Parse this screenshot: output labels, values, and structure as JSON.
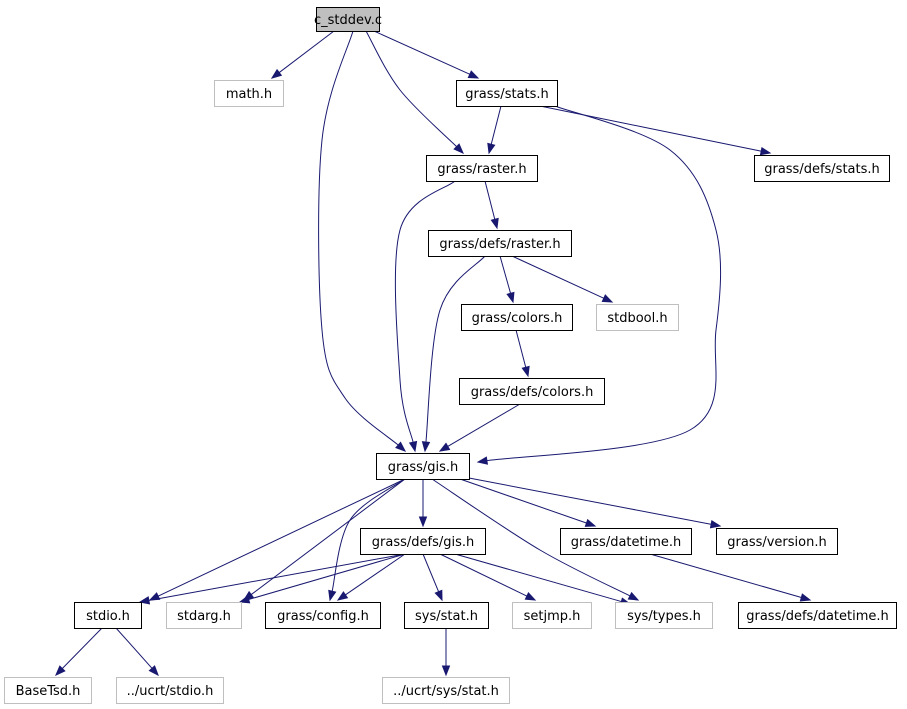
{
  "colors": {
    "edge": "#191970",
    "root_fill": "#bfbfbf",
    "root_border": "#000000",
    "documented_border": "#000000",
    "external_border": "#bfbfbf",
    "text": "#000000"
  },
  "nodes": [
    {
      "id": "c_stddev_c",
      "label": "c_stddev.c",
      "kind": "root"
    },
    {
      "id": "math_h",
      "label": "math.h",
      "kind": "external"
    },
    {
      "id": "grass_stats_h",
      "label": "grass/stats.h",
      "kind": "documented"
    },
    {
      "id": "grass_raster_h",
      "label": "grass/raster.h",
      "kind": "documented"
    },
    {
      "id": "grass_defs_stats_h",
      "label": "grass/defs/stats.h",
      "kind": "documented"
    },
    {
      "id": "grass_defs_raster_h",
      "label": "grass/defs/raster.h",
      "kind": "documented"
    },
    {
      "id": "grass_colors_h",
      "label": "grass/colors.h",
      "kind": "documented"
    },
    {
      "id": "stdbool_h",
      "label": "stdbool.h",
      "kind": "external"
    },
    {
      "id": "grass_defs_colors_h",
      "label": "grass/defs/colors.h",
      "kind": "documented"
    },
    {
      "id": "grass_gis_h",
      "label": "grass/gis.h",
      "kind": "documented"
    },
    {
      "id": "grass_defs_gis_h",
      "label": "grass/defs/gis.h",
      "kind": "documented"
    },
    {
      "id": "grass_datetime_h",
      "label": "grass/datetime.h",
      "kind": "documented"
    },
    {
      "id": "grass_version_h",
      "label": "grass/version.h",
      "kind": "documented"
    },
    {
      "id": "stdio_h",
      "label": "stdio.h",
      "kind": "documented"
    },
    {
      "id": "stdarg_h",
      "label": "stdarg.h",
      "kind": "external"
    },
    {
      "id": "grass_config_h",
      "label": "grass/config.h",
      "kind": "documented"
    },
    {
      "id": "sys_stat_h",
      "label": "sys/stat.h",
      "kind": "documented"
    },
    {
      "id": "setjmp_h",
      "label": "setjmp.h",
      "kind": "external"
    },
    {
      "id": "sys_types_h",
      "label": "sys/types.h",
      "kind": "external"
    },
    {
      "id": "grass_defs_datetime_h",
      "label": "grass/defs/datetime.h",
      "kind": "documented"
    },
    {
      "id": "basetsd_h",
      "label": "BaseTsd.h",
      "kind": "external"
    },
    {
      "id": "ucrt_stdio_h",
      "label": "../ucrt/stdio.h",
      "kind": "external"
    },
    {
      "id": "ucrt_sys_stat_h",
      "label": "../ucrt/sys/stat.h",
      "kind": "external"
    }
  ],
  "edges": [
    {
      "from": "c_stddev_c",
      "to": "math_h"
    },
    {
      "from": "c_stddev_c",
      "to": "grass_stats_h"
    },
    {
      "from": "c_stddev_c",
      "to": "grass_raster_h"
    },
    {
      "from": "c_stddev_c",
      "to": "grass_gis_h"
    },
    {
      "from": "grass_stats_h",
      "to": "grass_raster_h"
    },
    {
      "from": "grass_stats_h",
      "to": "grass_defs_stats_h"
    },
    {
      "from": "grass_stats_h",
      "to": "grass_gis_h"
    },
    {
      "from": "grass_raster_h",
      "to": "grass_defs_raster_h"
    },
    {
      "from": "grass_raster_h",
      "to": "grass_gis_h"
    },
    {
      "from": "grass_defs_raster_h",
      "to": "grass_colors_h"
    },
    {
      "from": "grass_defs_raster_h",
      "to": "stdbool_h"
    },
    {
      "from": "grass_defs_raster_h",
      "to": "grass_gis_h"
    },
    {
      "from": "grass_colors_h",
      "to": "grass_defs_colors_h"
    },
    {
      "from": "grass_defs_colors_h",
      "to": "grass_gis_h"
    },
    {
      "from": "grass_gis_h",
      "to": "stdio_h"
    },
    {
      "from": "grass_gis_h",
      "to": "stdarg_h"
    },
    {
      "from": "grass_gis_h",
      "to": "grass_config_h"
    },
    {
      "from": "grass_gis_h",
      "to": "grass_defs_gis_h"
    },
    {
      "from": "grass_gis_h",
      "to": "sys_types_h"
    },
    {
      "from": "grass_gis_h",
      "to": "grass_datetime_h"
    },
    {
      "from": "grass_gis_h",
      "to": "grass_version_h"
    },
    {
      "from": "grass_defs_gis_h",
      "to": "stdio_h"
    },
    {
      "from": "grass_defs_gis_h",
      "to": "stdarg_h"
    },
    {
      "from": "grass_defs_gis_h",
      "to": "grass_config_h"
    },
    {
      "from": "grass_defs_gis_h",
      "to": "sys_stat_h"
    },
    {
      "from": "grass_defs_gis_h",
      "to": "setjmp_h"
    },
    {
      "from": "grass_defs_gis_h",
      "to": "sys_types_h"
    },
    {
      "from": "grass_datetime_h",
      "to": "grass_defs_datetime_h"
    },
    {
      "from": "stdio_h",
      "to": "basetsd_h"
    },
    {
      "from": "stdio_h",
      "to": "ucrt_stdio_h"
    },
    {
      "from": "sys_stat_h",
      "to": "ucrt_sys_stat_h"
    }
  ]
}
